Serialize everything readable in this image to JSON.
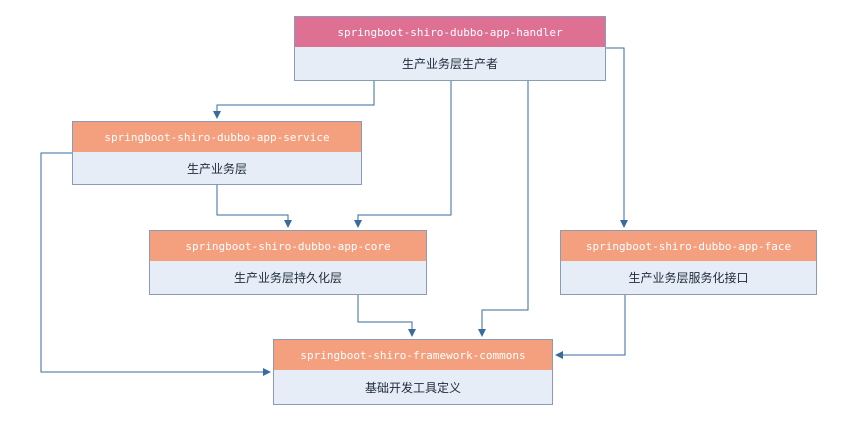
{
  "colors": {
    "head_primary": "#de7093",
    "head_secondary": "#f4a07e",
    "body_fill": "#e6edf7",
    "connector": "#3a6b9e"
  },
  "nodes": {
    "handler": {
      "name": "springboot-shiro-dubbo-app-handler",
      "desc": "生产业务层生产者"
    },
    "service": {
      "name": "springboot-shiro-dubbo-app-service",
      "desc": "生产业务层"
    },
    "core": {
      "name": "springboot-shiro-dubbo-app-core",
      "desc": "生产业务层持久化层"
    },
    "face": {
      "name": "springboot-shiro-dubbo-app-face",
      "desc": "生产业务层服务化接口"
    },
    "commons": {
      "name": "springboot-shiro-framework-commons",
      "desc": "基础开发工具定义"
    }
  },
  "edges": [
    {
      "from": "handler",
      "to": "service"
    },
    {
      "from": "handler",
      "to": "core"
    },
    {
      "from": "handler",
      "to": "commons"
    },
    {
      "from": "handler",
      "to": "face"
    },
    {
      "from": "service",
      "to": "core"
    },
    {
      "from": "service",
      "to": "commons"
    },
    {
      "from": "core",
      "to": "commons"
    },
    {
      "from": "face",
      "to": "commons"
    }
  ]
}
